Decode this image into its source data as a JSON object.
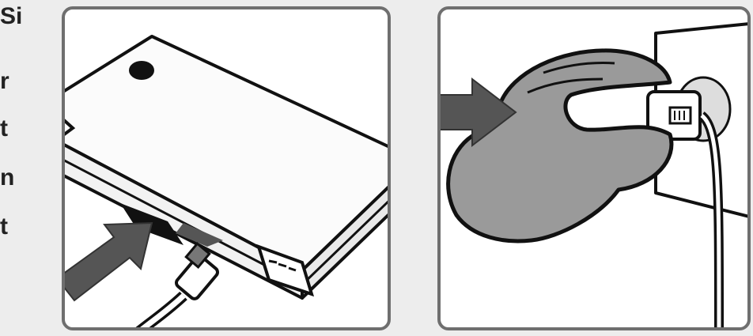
{
  "edge_text": [
    "Si",
    "r",
    "t",
    "n",
    "t"
  ],
  "illustrations": {
    "step1": {
      "subject": "handheld-console",
      "action": "insert-charger-plug",
      "arrow_direction": "up-right",
      "arrow_color": "#555555"
    },
    "step2": {
      "subject": "ac-adapter",
      "action": "plug-into-wall-outlet",
      "arrow_direction": "right",
      "arrow_color": "#555555"
    }
  },
  "colors": {
    "background": "#ededed",
    "panel_border": "#6f6f6f",
    "panel_fill": "#ffffff",
    "line_art": "#111111",
    "shading": "#9a9a9a"
  }
}
